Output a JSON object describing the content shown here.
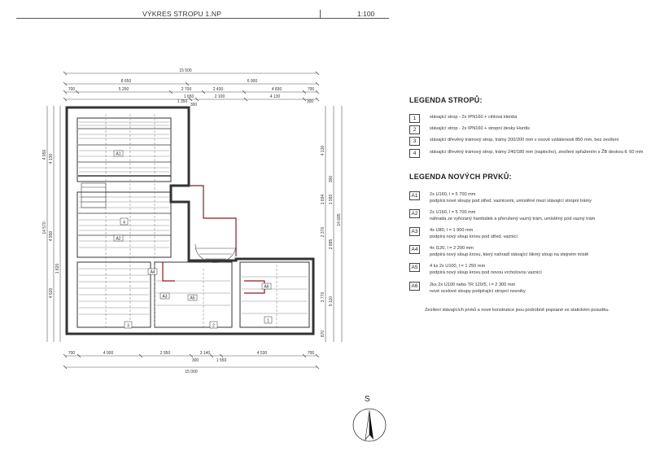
{
  "header": {
    "title": "VÝKRES STROPU 1.NP",
    "scale": "1:100"
  },
  "plan": {
    "dims_top": [
      "15 500",
      "8 650",
      "6 900",
      "700",
      "5 250",
      "2 700",
      "1 650",
      "2 430",
      "4 830",
      "700",
      "1 350",
      "300",
      "2 100",
      "4 130",
      "300"
    ],
    "dims_bottom": [
      "700",
      "4 000",
      "2 950",
      "300",
      "3 140",
      "1 550",
      "4 530",
      "700",
      "15 000"
    ],
    "dims_left": [
      "4 950",
      "4 130",
      "14 570",
      "4 950",
      "1 820",
      "4 520"
    ],
    "dims_right": [
      "4 130",
      "300",
      "1 694",
      "1 993",
      "2 370",
      "2 885",
      "3 770",
      "5 110",
      "14 685",
      "870"
    ],
    "room_labels": [
      "1",
      "2",
      "3",
      "4",
      "A1",
      "A2",
      "A3",
      "A4",
      "A5",
      "A6"
    ]
  },
  "legend": {
    "slabs_heading": "LEGENDA STROPŮ:",
    "slabs": [
      {
        "code": "1",
        "text": "stávající strop - 2x IPN160 + cihlová klenba"
      },
      {
        "code": "2",
        "text": "stávající strop - 2x IPN160 + stropní desky Hurdis"
      },
      {
        "code": "3",
        "text": "stávající dřevěný trámový strop, trámy 200/200 mm v osové vzdálenosti 850 mm, bez zesílení"
      },
      {
        "code": "4",
        "text": "stávající dřevěný trámový strop, trámy 240/180 mm (naplocho), zesílení spřažením s ŽB deskou tl. 60 mm"
      }
    ],
    "elements_heading": "LEGENDA NOVÝCH PRVKŮ:",
    "elements": [
      {
        "code": "A1",
        "line1": "2x U160, l = 5 700 mm",
        "line2": "podpírá nové sloupy pod střed. vaznicemi, umístěné mezi stávající stropní trámy"
      },
      {
        "code": "A2",
        "line1": "2x U160, l = 5 700 mm",
        "line2": "náhrada ze vyřezaný hambálek a přerušený vazný trám, umístěný pod vazný trám"
      },
      {
        "code": "A3",
        "line1": "4x U80, l = 1 900 mm",
        "line2": "podpírá nový sloup krovu pod střed. vaznicí"
      },
      {
        "code": "A4",
        "line1": "4x I120, l = 2 200 mm",
        "line2": "podpírá nový sloup krovu, který nahradí stávající šikmý sloup na stejném místě"
      },
      {
        "code": "A5",
        "line1": "4 ks 2x U100, l = 1 250 mm",
        "line2": "podpírá nový sloup krovu pod novou vrcholovou vaznicí"
      },
      {
        "code": "A6",
        "line1": "2ks 2x U100 nebo TR 120/5, l = 2 300 mm",
        "line2": "nové ocelové sloupy podpírající stropní nosníky"
      }
    ],
    "note": "Zesílení stávajících prvků a nové konstrukce jsou podrobně popsané ve statickém posudku."
  },
  "north": {
    "label": "S"
  }
}
